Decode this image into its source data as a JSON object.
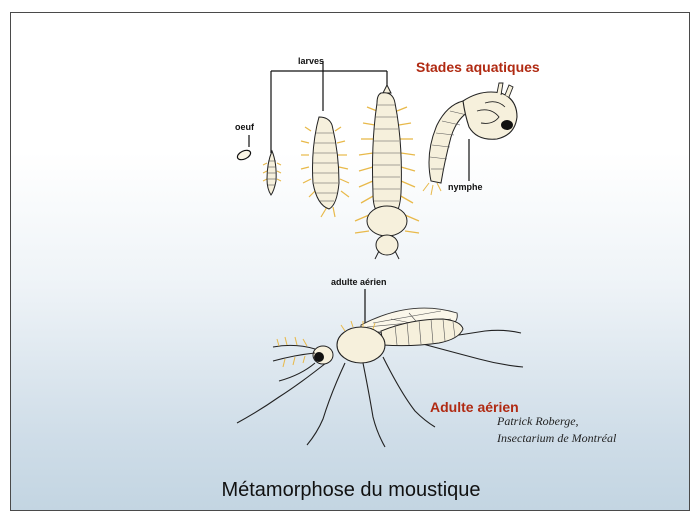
{
  "labels": {
    "larves": "larves",
    "oeuf": "oeuf",
    "nymphe": "nymphe",
    "adulte_small": "adulte aérien",
    "stades_aquatiques": "Stades aquatiques",
    "adulte_aerien": "Adulte aérien"
  },
  "credit": {
    "line1": "Patrick Roberge,",
    "line2": "Insectarium de Montréal"
  },
  "title": "Métamorphose du moustique",
  "colors": {
    "accent_red": "#b02a12",
    "body_fill": "#f6f0dc",
    "setae": "#e8b94a"
  }
}
